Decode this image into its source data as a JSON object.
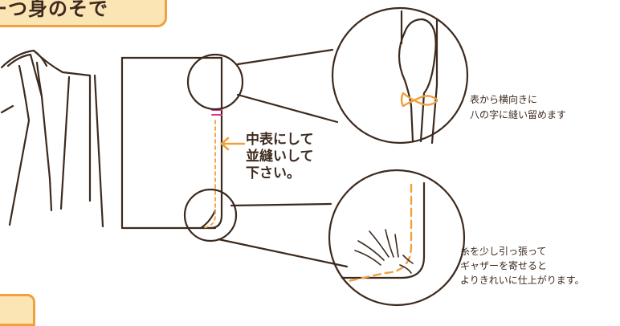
{
  "title": "ーつ身のそで",
  "labels": {
    "main": [
      "中表にして",
      "並縫いして",
      "下さい。"
    ],
    "top_note": [
      "表から横向きに",
      "八の字に縫い留めます"
    ],
    "bottom_note": [
      "糸を少し引っ張って",
      "ギャザーを寄せると",
      "よりきれいに仕上がります。"
    ]
  },
  "colors": {
    "line": "#3d2a1e",
    "accent": "#f0a03c",
    "tab_fill": "#fbe5b5",
    "stitch_mark": "#e0338a"
  }
}
